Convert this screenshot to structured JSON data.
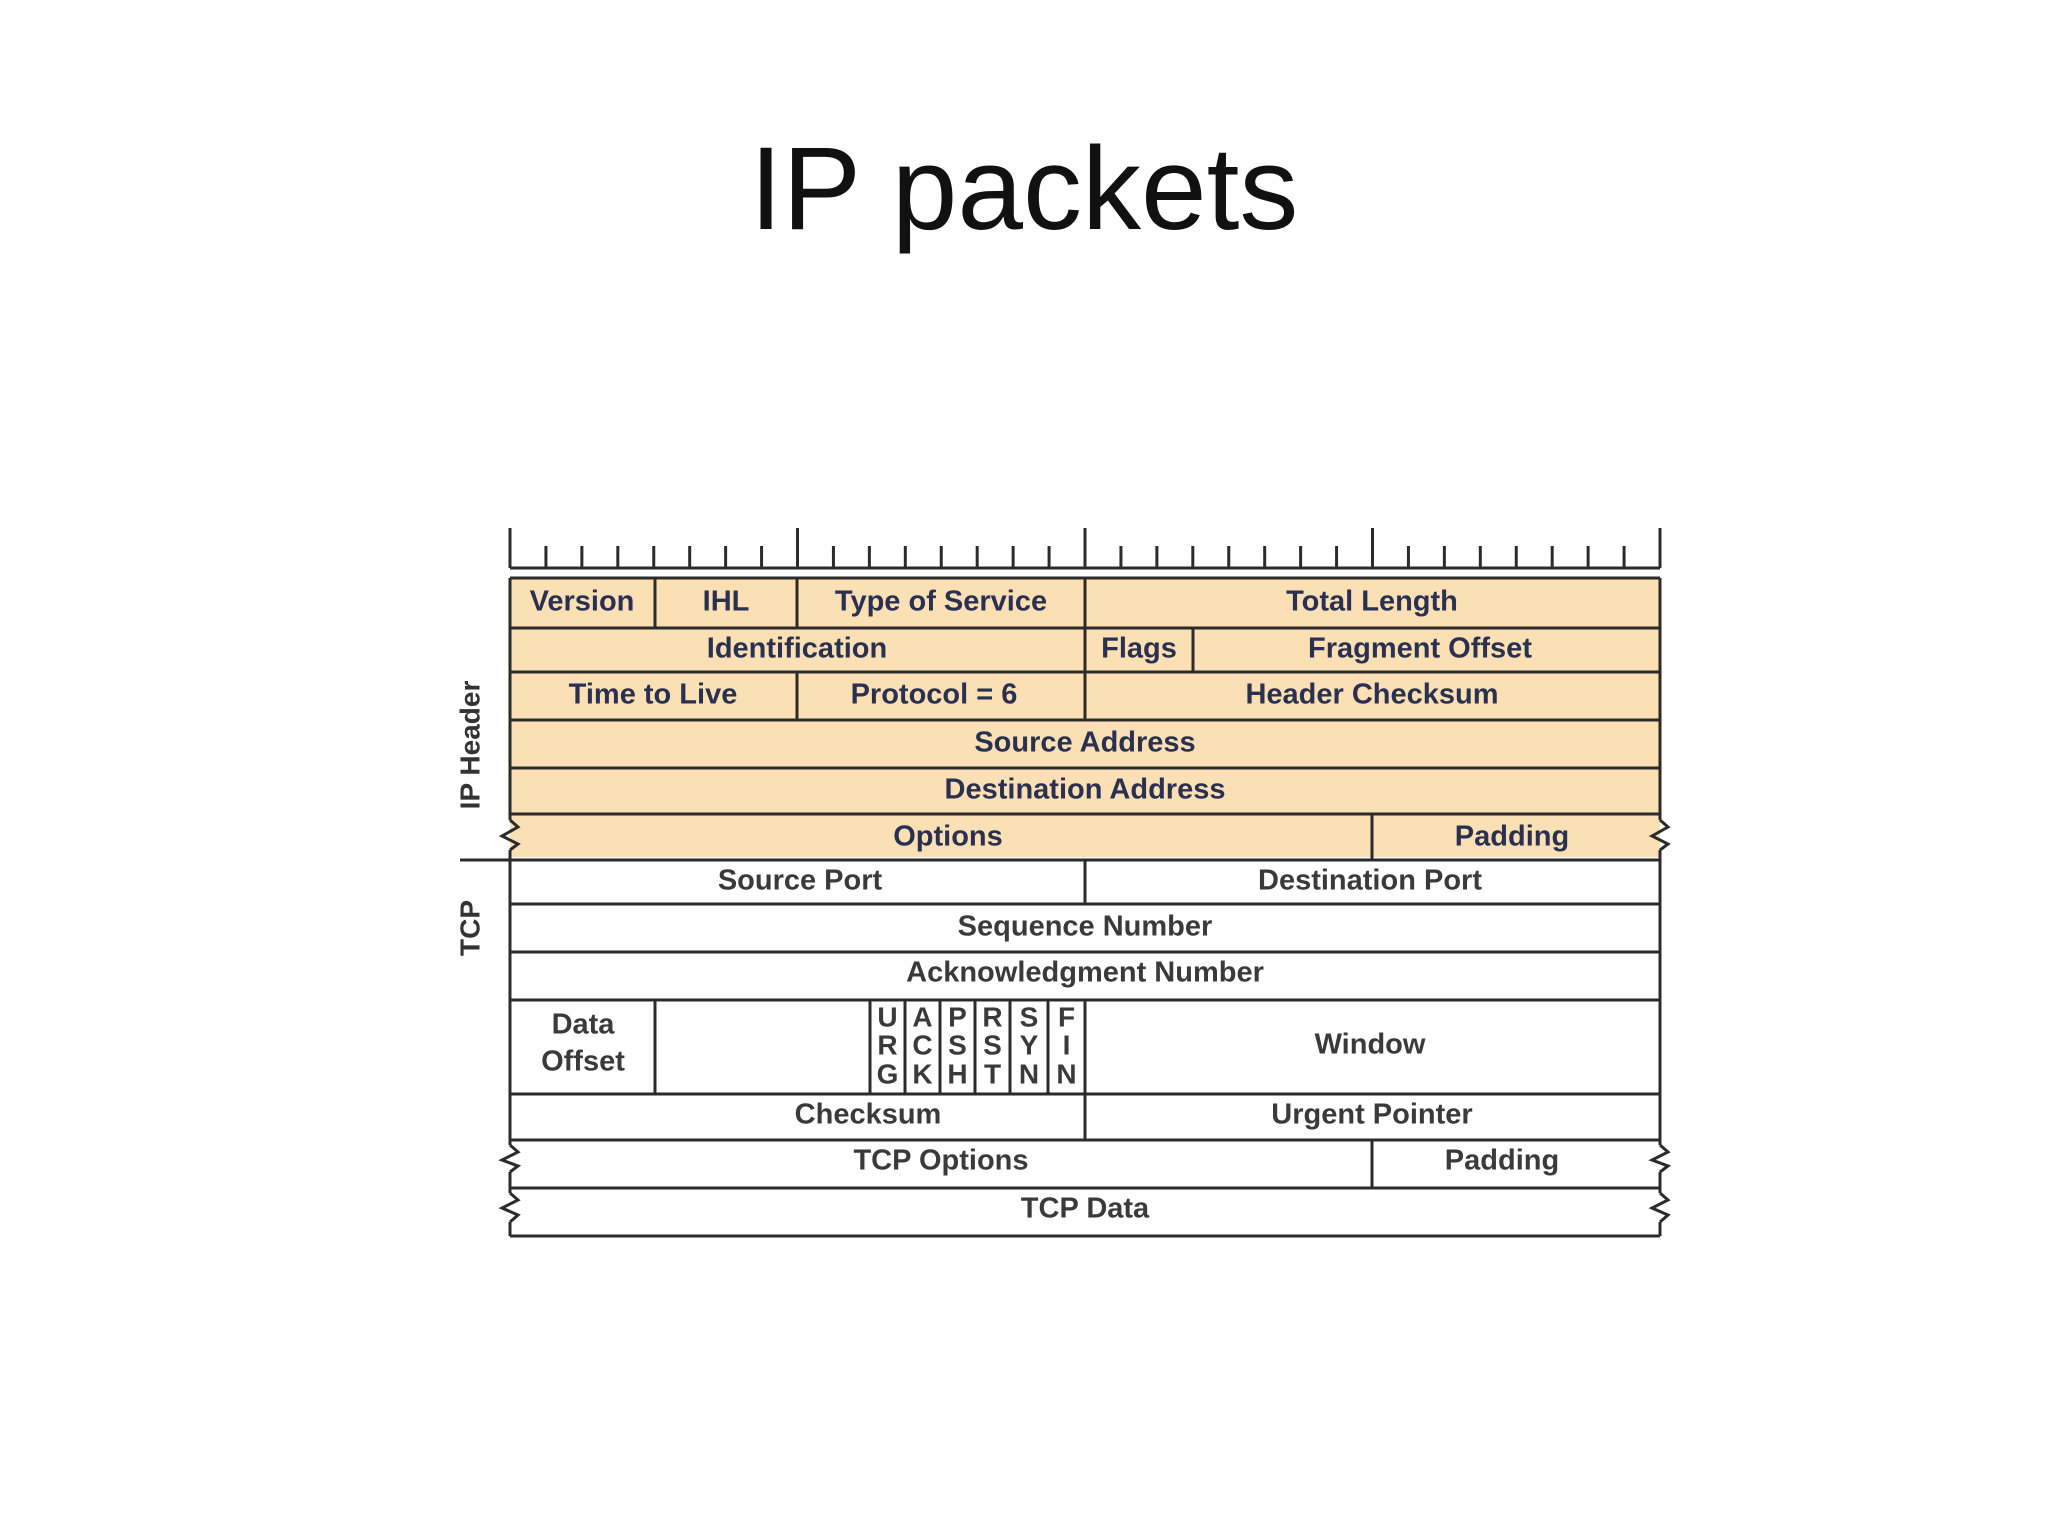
{
  "title": "IP packets",
  "colors": {
    "ip_header_fill": "#fbe0b5",
    "tcp_fill": "#ffffff",
    "line": "#2b2b2b",
    "ip_text": "#2a3050",
    "tcp_text": "#3a3a3a"
  },
  "section_labels": {
    "ip_header": "IP Header",
    "tcp": "TCP"
  },
  "ip_header": {
    "version": "Version",
    "ihl": "IHL",
    "type_of_service": "Type of Service",
    "total_length": "Total Length",
    "identification": "Identification",
    "flags": "Flags",
    "fragment_offset": "Fragment Offset",
    "time_to_live": "Time to Live",
    "protocol": "Protocol = 6",
    "header_checksum": "Header Checksum",
    "source_address": "Source Address",
    "destination_address": "Destination Address",
    "options": "Options",
    "padding": "Padding"
  },
  "tcp": {
    "source_port": "Source Port",
    "destination_port": "Destination Port",
    "sequence_number": "Sequence Number",
    "acknowledgment_number": "Acknowledgment Number",
    "data_offset_line1": "Data",
    "data_offset_line2": "Offset",
    "flags": [
      [
        "U",
        "R",
        "G"
      ],
      [
        "A",
        "C",
        "K"
      ],
      [
        "P",
        "S",
        "H"
      ],
      [
        "R",
        "S",
        "T"
      ],
      [
        "S",
        "Y",
        "N"
      ],
      [
        "F",
        "I",
        "N"
      ]
    ],
    "window": "Window",
    "checksum": "Checksum",
    "urgent_pointer": "Urgent Pointer",
    "tcp_options": "TCP Options",
    "padding": "Padding",
    "tcp_data": "TCP Data"
  }
}
